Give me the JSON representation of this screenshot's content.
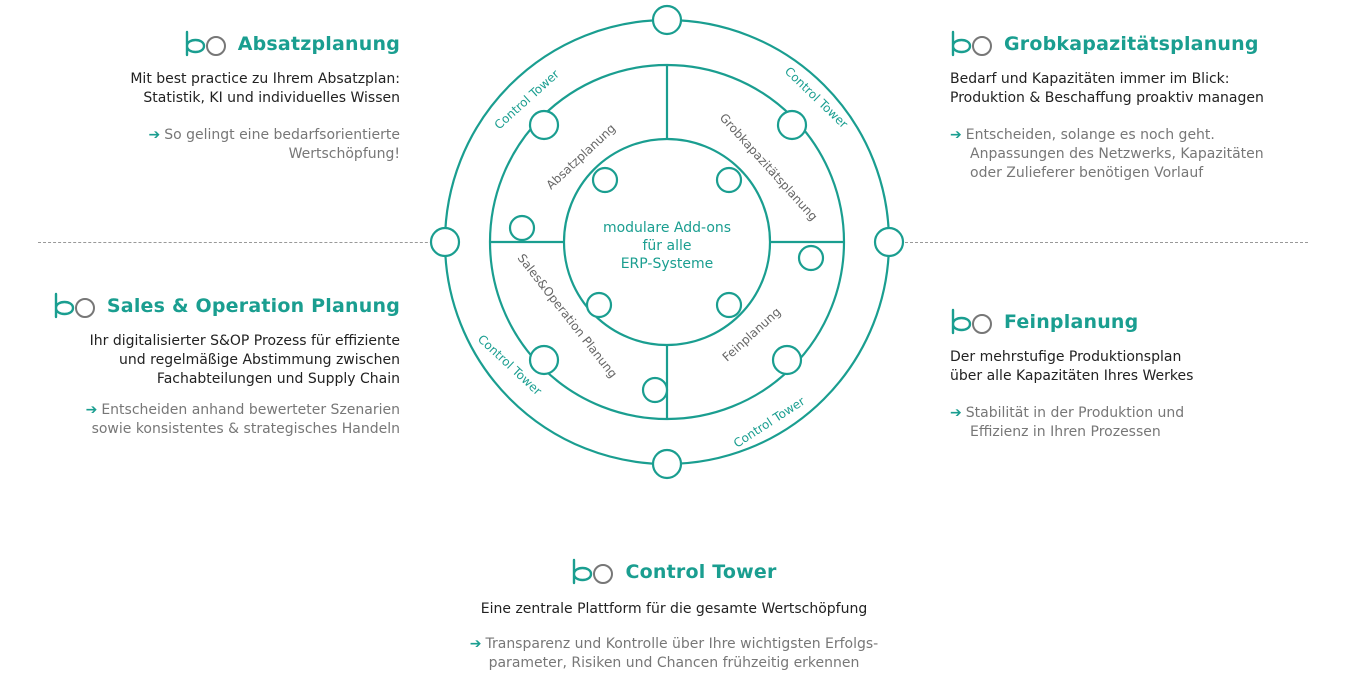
{
  "diagram": {
    "center_lines": [
      "modulare Add-ons",
      "für alle",
      "ERP-Systeme"
    ],
    "ring_labels": {
      "top_left": "Absatzplanung",
      "top_right": "Grobkapazitätsplanung",
      "bottom_left": "Sales&Operation Planung",
      "bottom_right": "Feinplanung"
    },
    "outer_labels": [
      "Control Tower",
      "Control Tower",
      "Control Tower",
      "Control Tower"
    ],
    "accent_color": "#1a9e90",
    "line_color": "#1a9e90"
  },
  "absatz": {
    "title": "Absatzplanung",
    "desc": [
      "Mit best practice zu Ihrem Absatzplan:",
      "Statistik, KI und individuelles Wissen"
    ],
    "link": [
      "So gelingt eine bedarfsorientierte",
      "Wertschöpfung!"
    ]
  },
  "grob": {
    "title": "Grobkapazitätsplanung",
    "desc": [
      "Bedarf und Kapazitäten immer im Blick:",
      "Produktion & Beschaffung proaktiv managen"
    ],
    "link": [
      "Entscheiden, solange es noch geht.",
      "Anpassungen des Netzwerks, Kapazitäten",
      "oder Zulieferer benötigen Vorlauf"
    ]
  },
  "sop": {
    "title": "Sales & Operation Planung",
    "desc": [
      "Ihr digitalisierter S&OP Prozess für effiziente",
      "und regelmäßige Abstimmung zwischen",
      "Fachabteilungen und Supply Chain"
    ],
    "link": [
      "Entscheiden anhand bewerteter Szenarien",
      "sowie konsistentes & strategisches Handeln"
    ]
  },
  "fein": {
    "title": "Feinplanung",
    "desc": [
      "Der mehrstufige Produktionsplan",
      "über alle Kapazitäten Ihres Werkes"
    ],
    "link": [
      "Stabilität in der Produktion und",
      "Effizienz in Ihren Prozessen"
    ]
  },
  "tower": {
    "title": "Control Tower",
    "desc": [
      "Eine zentrale Plattform für die gesamte Wertschöpfung"
    ],
    "link": [
      "Transparenz und Kontrolle über Ihre wichtigsten Erfolgs-",
      "parameter, Risiken und Chancen frühzeitig erkennen"
    ]
  },
  "icons": {
    "arrow": "arrow-right-icon",
    "logo": "bo-logo-icon"
  }
}
